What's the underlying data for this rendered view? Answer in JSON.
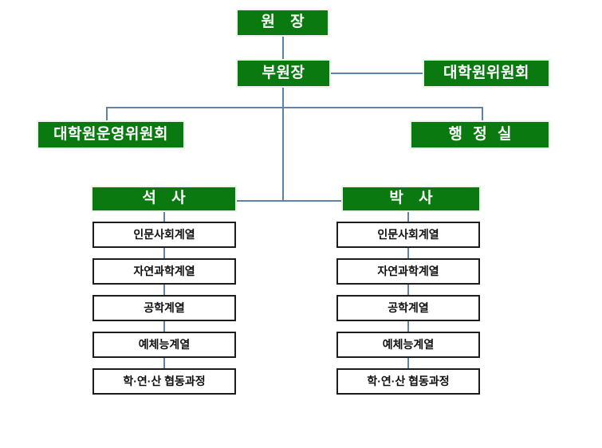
{
  "chart_data": {
    "type": "diagram",
    "title": "",
    "diagram_kind": "organization-chart",
    "orientation": "top-down",
    "colors": {
      "node_fill_primary": "#0a7a10",
      "node_border_primary": "#e8f5e8",
      "node_text_primary": "#ffffff",
      "node_fill_secondary": "#ffffff",
      "node_border_secondary": "#1c1c1c",
      "node_text_secondary": "#101010",
      "connector": "#5b83ab",
      "background": "#ffffff"
    },
    "nodes": [
      {
        "id": "director",
        "label": "원  장",
        "level": 0,
        "style": "green"
      },
      {
        "id": "vice-director",
        "label": "부원장",
        "level": 1,
        "style": "green"
      },
      {
        "id": "grad-committee",
        "label": "대학원위원회",
        "level": 1,
        "style": "green"
      },
      {
        "id": "grad-steering",
        "label": "대학원운영위원회",
        "level": 2,
        "style": "green"
      },
      {
        "id": "admin-office",
        "label": "행 정 실",
        "level": 2,
        "style": "green"
      },
      {
        "id": "masters",
        "label": "석  사",
        "level": 3,
        "style": "green"
      },
      {
        "id": "doctoral",
        "label": "박  사",
        "level": 3,
        "style": "green"
      },
      {
        "id": "masters-humanities",
        "label": "인문사회계열",
        "level": 4,
        "style": "white",
        "parent": "masters"
      },
      {
        "id": "masters-natural",
        "label": "자연과학계열",
        "level": 4,
        "style": "white",
        "parent": "masters"
      },
      {
        "id": "masters-engineering",
        "label": "공학계열",
        "level": 4,
        "style": "white",
        "parent": "masters"
      },
      {
        "id": "masters-arts",
        "label": "예체능계열",
        "level": 4,
        "style": "white",
        "parent": "masters"
      },
      {
        "id": "masters-coop",
        "label": "학·연·산 협동과정",
        "level": 4,
        "style": "white",
        "parent": "masters"
      },
      {
        "id": "doctoral-humanities",
        "label": "인문사회계열",
        "level": 4,
        "style": "white",
        "parent": "doctoral"
      },
      {
        "id": "doctoral-natural",
        "label": "자연과학계열",
        "level": 4,
        "style": "white",
        "parent": "doctoral"
      },
      {
        "id": "doctoral-engineering",
        "label": "공학계열",
        "level": 4,
        "style": "white",
        "parent": "doctoral"
      },
      {
        "id": "doctoral-arts",
        "label": "예체능계열",
        "level": 4,
        "style": "white",
        "parent": "doctoral"
      },
      {
        "id": "doctoral-coop",
        "label": "학·연·산 협동과정",
        "level": 4,
        "style": "white",
        "parent": "doctoral"
      }
    ],
    "edges": [
      {
        "from": "director",
        "to": "vice-director",
        "kind": "vertical"
      },
      {
        "from": "vice-director",
        "to": "grad-committee",
        "kind": "horizontal"
      },
      {
        "from": "vice-director",
        "to": "grad-steering",
        "kind": "elbow"
      },
      {
        "from": "vice-director",
        "to": "admin-office",
        "kind": "elbow"
      },
      {
        "from": "vice-director",
        "to": "masters",
        "kind": "elbow"
      },
      {
        "from": "vice-director",
        "to": "doctoral",
        "kind": "elbow"
      },
      {
        "from": "masters",
        "to": "masters-humanities",
        "kind": "vertical"
      },
      {
        "from": "masters",
        "to": "masters-natural",
        "kind": "vertical"
      },
      {
        "from": "masters",
        "to": "masters-engineering",
        "kind": "vertical"
      },
      {
        "from": "masters",
        "to": "masters-arts",
        "kind": "vertical"
      },
      {
        "from": "masters",
        "to": "masters-coop",
        "kind": "vertical"
      },
      {
        "from": "doctoral",
        "to": "doctoral-humanities",
        "kind": "vertical"
      },
      {
        "from": "doctoral",
        "to": "doctoral-natural",
        "kind": "vertical"
      },
      {
        "from": "doctoral",
        "to": "doctoral-engineering",
        "kind": "vertical"
      },
      {
        "from": "doctoral",
        "to": "doctoral-arts",
        "kind": "vertical"
      },
      {
        "from": "doctoral",
        "to": "doctoral-coop",
        "kind": "vertical"
      }
    ]
  },
  "nodes": {
    "director": "원  장",
    "vice_director": "부원장",
    "grad_committee": "대학원위원회",
    "grad_steering": "대학원운영위원회",
    "admin_office": "행 정 실",
    "masters": "석  사",
    "doctoral": "박  사"
  },
  "masters_programs": [
    "인문사회계열",
    "자연과학계열",
    "공학계열",
    "예체능계열",
    "학·연·산 협동과정"
  ],
  "doctoral_programs": [
    "인문사회계열",
    "자연과학계열",
    "공학계열",
    "예체능계열",
    "학·연·산 협동과정"
  ]
}
